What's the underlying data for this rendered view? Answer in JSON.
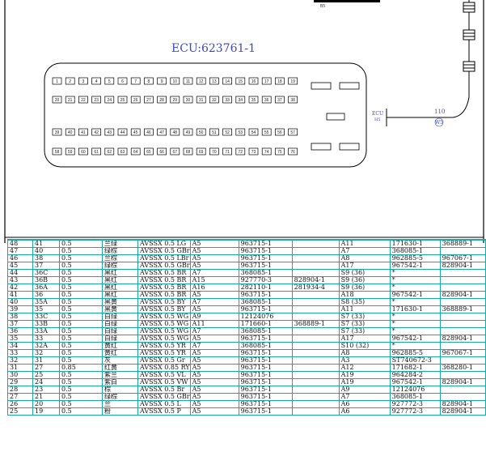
{
  "ecu_label": "ECU:623761-1",
  "branch_label": "ECU",
  "branch_label2": "H5",
  "wire_label": "110",
  "wire_code": "W5",
  "top_label": "B5",
  "connector": {
    "row1": [
      "1",
      "2",
      "3",
      "4",
      "5",
      "6",
      "7",
      "8",
      "9",
      "10",
      "11",
      "12",
      "13",
      "14",
      "15",
      "16",
      "17",
      "18",
      "19"
    ],
    "row2": [
      "20",
      "21",
      "22",
      "23",
      "24",
      "25",
      "26",
      "27",
      "28",
      "29",
      "30",
      "31",
      "32",
      "33",
      "34",
      "35",
      "36",
      "37",
      "38"
    ],
    "row3": [
      "39",
      "40",
      "41",
      "42",
      "43",
      "44",
      "45",
      "46",
      "47",
      "48",
      "49",
      "50",
      "51",
      "52",
      "53",
      "54",
      "55",
      "56",
      "57"
    ],
    "row4": [
      "58",
      "59",
      "60",
      "61",
      "62",
      "63",
      "64",
      "65",
      "66",
      "67",
      "68",
      "69",
      "70",
      "71",
      "72",
      "73",
      "74",
      "75",
      "76"
    ]
  },
  "table": {
    "rows": [
      [
        "48",
        "41",
        "0.5",
        "兰绿",
        "AVSSX 0.5 LG",
        "A5",
        "963715-1",
        "",
        "A11",
        "171630-1",
        "368889-1"
      ],
      [
        "47",
        "40",
        "0.5",
        "绿棕",
        "AVSSX 0.5 GBr",
        "A5",
        "963715-1",
        "",
        "A7",
        "368085-1",
        ""
      ],
      [
        "46",
        "38",
        "0.5",
        "兰棕",
        "AVSSX 0.5 LBr",
        "A5",
        "963715-1",
        "",
        "A8",
        "962885-5",
        "967067-1"
      ],
      [
        "45",
        "37",
        "0.5",
        "绿棕",
        "AVSSX 0.5 GBr",
        "A5",
        "963715-1",
        "",
        "A17",
        "967542-1",
        "828904-1"
      ],
      [
        "44",
        "36C",
        "0.5",
        "黑红",
        "AVSSX 0.5 BR",
        "A7",
        "368085-1",
        "",
        "S9 (36)",
        "*",
        ""
      ],
      [
        "43",
        "36B",
        "0.5",
        "黑红",
        "AVSSX 0.5 BR",
        "A15",
        "927770-3",
        "828904-1",
        "S9 (36)",
        "*",
        ""
      ],
      [
        "42",
        "36A",
        "0.5",
        "黑红",
        "AVSSX 0.5 BR",
        "A16",
        "282110-1",
        "281934-4",
        "S9 (36)",
        "*",
        ""
      ],
      [
        "41",
        "36",
        "0.5",
        "黑红",
        "AVSSX 0.5 BR",
        "A5",
        "963715-1",
        "",
        "A18",
        "967542-1",
        "828904-1"
      ],
      [
        "40",
        "35A",
        "0.5",
        "黑黄",
        "AVSSX 0.5 BY",
        "A7",
        "368085-1",
        "",
        "S8 (35)",
        "*",
        ""
      ],
      [
        "39",
        "35",
        "0.5",
        "黑黄",
        "AVSSX 0.5 BY",
        "A5",
        "963715-1",
        "",
        "A11",
        "171630-1",
        "368889-1"
      ],
      [
        "38",
        "33C",
        "0.5",
        "白绿",
        "AVSSX 0.5 WG",
        "A9",
        "12124076",
        "",
        "S7 (33)",
        "*",
        ""
      ],
      [
        "37",
        "33B",
        "0.5",
        "白绿",
        "AVSSX 0.5 WG",
        "A11",
        "171660-1",
        "368889-1",
        "S7 (33)",
        "*",
        ""
      ],
      [
        "36",
        "33A",
        "0.5",
        "白绿",
        "AVSSX 0.5 WG",
        "A7",
        "368085-1",
        "",
        "S7 (33)",
        "*",
        ""
      ],
      [
        "35",
        "33",
        "0.5",
        "白绿",
        "AVSSX 0.5 WG",
        "A5",
        "963715-1",
        "",
        "A17",
        "967542-1",
        "828904-1"
      ],
      [
        "34",
        "32A",
        "0.5",
        "黄红",
        "AVSSX 0.5 YR",
        "A7",
        "368085-1",
        "",
        "S10 (32)",
        "*",
        ""
      ],
      [
        "33",
        "32",
        "0.5",
        "黄红",
        "AVSSX 0.5 YR",
        "A5",
        "963715-1",
        "",
        "A8",
        "962885-5",
        "967067-1"
      ],
      [
        "32",
        "31",
        "0.5",
        "灰",
        "AVSSX 0.5 Gr",
        "A5",
        "963715-1",
        "",
        "A3",
        "ST740672-3",
        ""
      ],
      [
        "31",
        "27",
        "0.85",
        "红黄",
        "AVSSX 0.85 RY",
        "A5",
        "963715-1",
        "",
        "A12",
        "171682-1",
        "368280-1"
      ],
      [
        "30",
        "25",
        "0.5",
        "紫兰",
        "AVSSX 0.5 VL",
        "A5",
        "963715-1",
        "",
        "A19",
        "964284-2",
        ""
      ],
      [
        "29",
        "24",
        "0.5",
        "紫白",
        "AVSSX 0.5 VW",
        "A5",
        "963715-1",
        "",
        "A19",
        "967542-1",
        "828904-1"
      ],
      [
        "28",
        "23",
        "0.5",
        "棕",
        "AVSSX 0.5 Br",
        "A5",
        "963715-1",
        "",
        "A9",
        "12124076",
        ""
      ],
      [
        "27",
        "21",
        "0.5",
        "绿棕",
        "AVSSX 0.5 GBr",
        "A5",
        "963715-1",
        "",
        "A7",
        "368085-1",
        ""
      ],
      [
        "26",
        "20",
        "0.5",
        "兰",
        "AVSSX 0.5 L",
        "A5",
        "963715-1",
        "",
        "A6",
        "927772-3",
        "828904-1"
      ],
      [
        "25",
        "19",
        "0.5",
        "粉",
        "AVSSX 0.5 P",
        "A5",
        "963715-1",
        "",
        "A6",
        "927772-3",
        "828904-1"
      ]
    ]
  }
}
